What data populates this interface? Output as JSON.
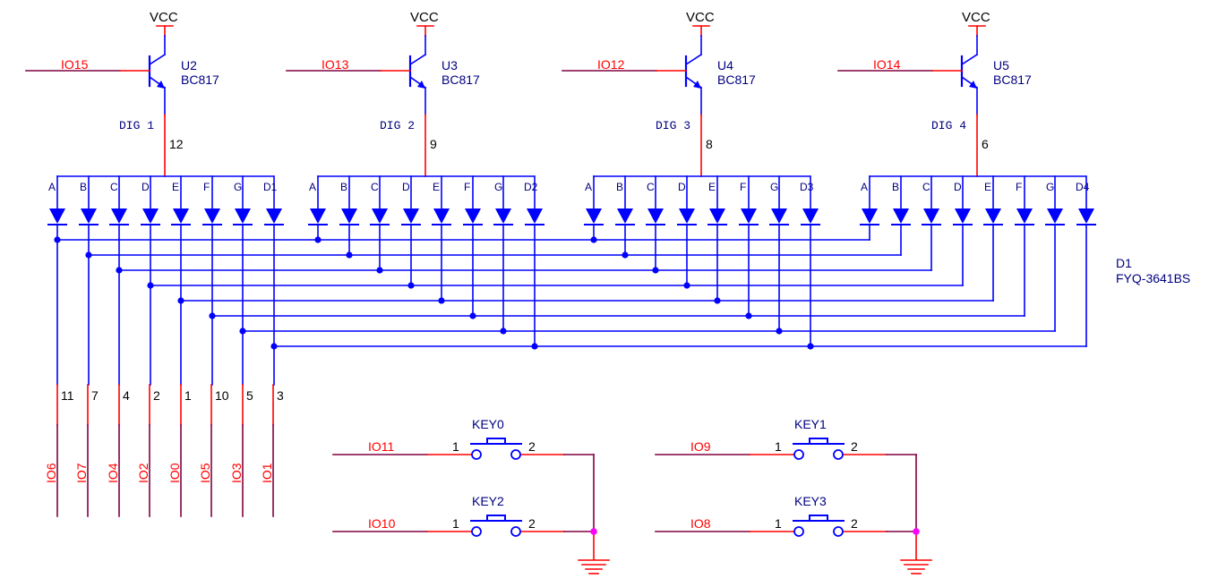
{
  "colors": {
    "wire": "#0000ff",
    "pin": "#ff0000",
    "net": "#800040",
    "label": "#000080",
    "netlabel": "#ff0000",
    "black": "#000000",
    "junction": "#0000ff",
    "power_junction": "#ff00ff"
  },
  "transistors": [
    {
      "designator": "U2",
      "part": "BC817",
      "supply": "VCC",
      "input_net": "IO15",
      "digit_label": "DIG 1",
      "pin": "12"
    },
    {
      "designator": "U3",
      "part": "BC817",
      "supply": "VCC",
      "input_net": "IO13",
      "digit_label": "DIG 2",
      "pin": "9"
    },
    {
      "designator": "U4",
      "part": "BC817",
      "supply": "VCC",
      "input_net": "IO12",
      "digit_label": "DIG 3",
      "pin": "8"
    },
    {
      "designator": "U5",
      "part": "BC817",
      "supply": "VCC",
      "input_net": "IO14",
      "digit_label": "DIG 4",
      "pin": "6"
    }
  ],
  "display": {
    "designator": "D1",
    "part": "FYQ-3641BS",
    "segments": [
      [
        "A",
        "B",
        "C",
        "D",
        "E",
        "F",
        "G",
        "D1"
      ],
      [
        "A",
        "B",
        "C",
        "D",
        "E",
        "F",
        "G",
        "D2"
      ],
      [
        "A",
        "B",
        "C",
        "D",
        "E",
        "F",
        "G",
        "D3"
      ],
      [
        "A",
        "B",
        "C",
        "D",
        "E",
        "F",
        "G",
        "D4"
      ]
    ]
  },
  "segment_pins": [
    "11",
    "7",
    "4",
    "2",
    "1",
    "10",
    "5",
    "3"
  ],
  "segment_nets": [
    "IO6",
    "IO7",
    "IO4",
    "IO2",
    "IO0",
    "IO5",
    "IO3",
    "IO1"
  ],
  "keys": [
    {
      "designator": "KEY0",
      "net": "IO11",
      "pin1": "1",
      "pin2": "2"
    },
    {
      "designator": "KEY2",
      "net": "IO10",
      "pin1": "1",
      "pin2": "2"
    },
    {
      "designator": "KEY1",
      "net": "IO9",
      "pin1": "1",
      "pin2": "2"
    },
    {
      "designator": "KEY3",
      "net": "IO8",
      "pin1": "1",
      "pin2": "2"
    }
  ]
}
